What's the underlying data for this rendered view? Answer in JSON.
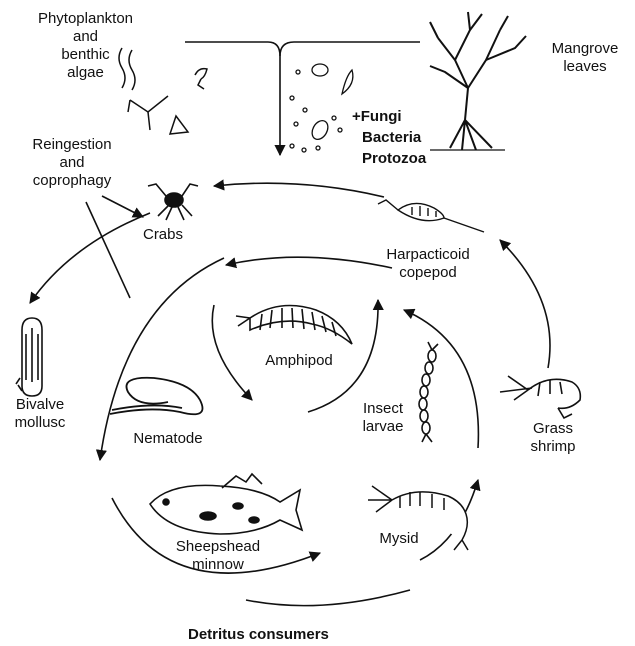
{
  "labels": {
    "phyto_line1": "Phytoplankton",
    "phyto_line2": "and",
    "phyto_line3": "benthic",
    "phyto_line4": "algae",
    "mangrove_line1": "Mangrove",
    "mangrove_line2": "leaves",
    "fungi": "+Fungi",
    "bacteria": "Bacteria",
    "protozoa": "Protozoa",
    "reingestion_line1": "Reingestion",
    "reingestion_line2": "and",
    "reingestion_line3": "coprophagy",
    "crabs": "Crabs",
    "harpacticoid_line1": "Harpacticoid",
    "harpacticoid_line2": "copepod",
    "amphipod": "Amphipod",
    "bivalve_line1": "Bivalve",
    "bivalve_line2": "mollusc",
    "nematode": "Nematode",
    "insect_line1": "Insect",
    "insect_line2": "larvae",
    "grass_line1": "Grass",
    "grass_line2": "shrimp",
    "sheepshead_line1": "Sheepshead",
    "sheepshead_line2": "minnow",
    "mysid": "Mysid",
    "title": "Detritus consumers"
  },
  "colors": {
    "ink": "#111111",
    "background": "#ffffff"
  },
  "icons": [
    "algae-icon",
    "mangrove-tree-icon",
    "crab-icon",
    "copepod-icon",
    "amphipod-icon",
    "bivalve-icon",
    "nematode-icon",
    "insect-larva-icon",
    "grass-shrimp-icon",
    "minnow-fish-icon",
    "mysid-icon",
    "detritus-particles-icon"
  ]
}
